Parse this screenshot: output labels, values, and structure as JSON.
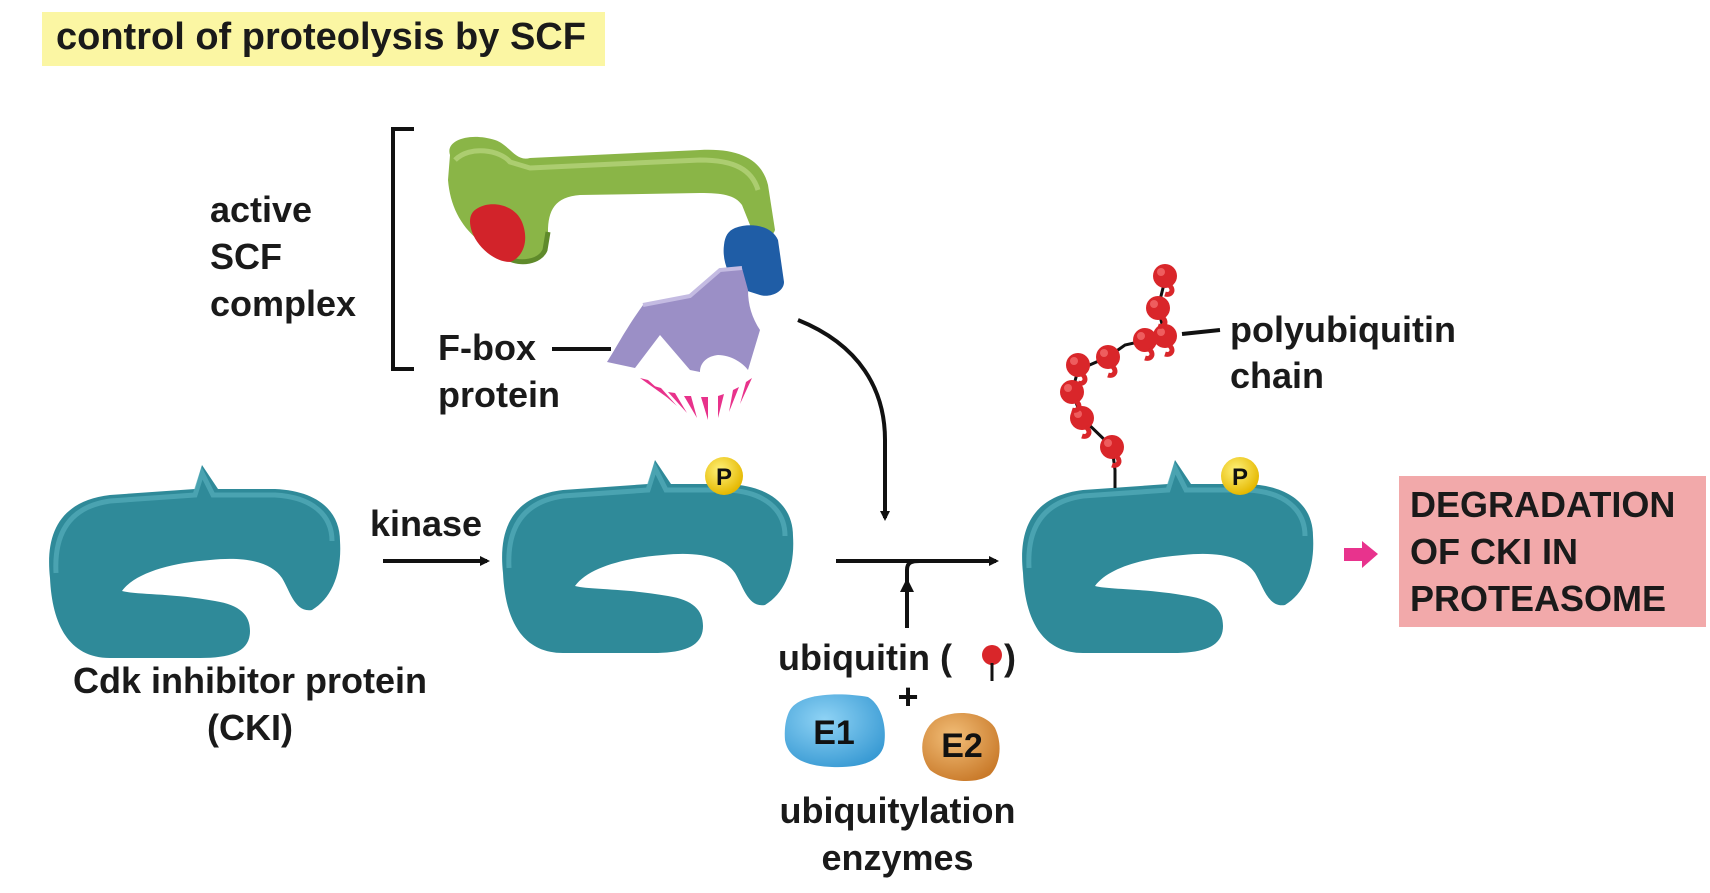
{
  "title": "control of proteolysis by SCF",
  "labels": {
    "active_scf_complex": [
      "active",
      "SCF",
      "complex"
    ],
    "fbox_protein": [
      "F-box",
      "protein"
    ],
    "kinase": "kinase",
    "cki_name": [
      "Cdk inhibitor protein",
      "(CKI)"
    ],
    "phosphate": "P",
    "polyubiquitin_chain": [
      "polyubiquitin",
      "chain"
    ],
    "ubiquitin": "ubiquitin (",
    "ubiquitin_close": ")",
    "plus": "+",
    "e1": "E1",
    "e2": "E2",
    "ubiquitylation_enzymes": [
      "ubiquitylation",
      "enzymes"
    ],
    "degradation": [
      "DEGRADATION",
      "OF CKI IN",
      "PROTEASOME"
    ]
  },
  "colors": {
    "title_highlight": "#fbf6a3",
    "cki_teal": "#2f8a99",
    "cullin_green": "#8ab547",
    "rbx_red": "#d2232a",
    "skp1_blue": "#1f5da6",
    "fbox_purple": "#9b8fc6",
    "recognition_pink": "#e8328b",
    "phosphate_yellow": "#f3d11a",
    "ubiquitin_red": "#d9262a",
    "e1_blue": "#58b6e6",
    "e2_orange": "#e39a46",
    "degradation_box": "#f2a9aa",
    "degradation_arrow": "#e8338d"
  }
}
